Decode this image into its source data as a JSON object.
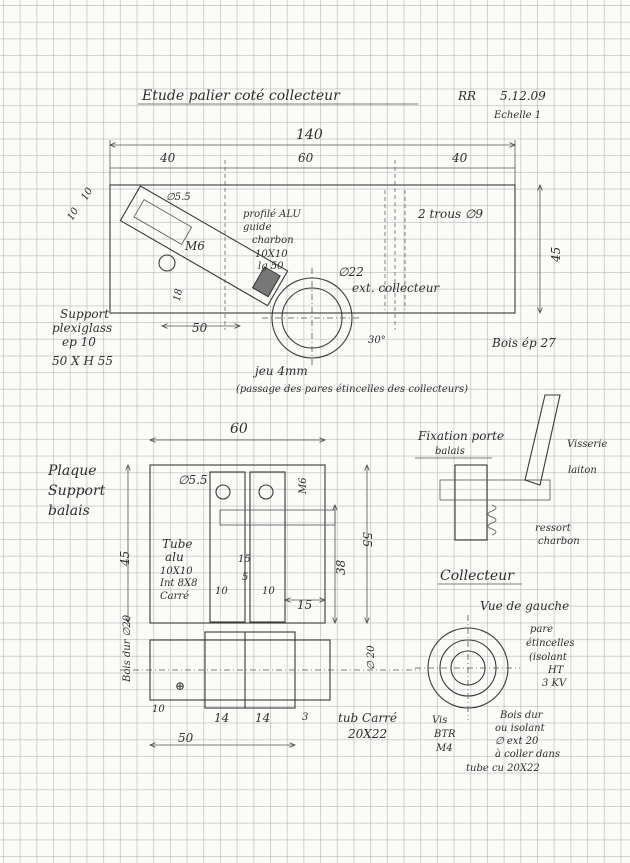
{
  "title": {
    "text": "Etude palier coté collecteur",
    "author": "RR",
    "date": "5.12.09",
    "scale": "Echelle 1"
  },
  "top_view": {
    "dims": {
      "d140": "140",
      "d40_left": "40",
      "d60": "60",
      "d40_right": "40",
      "d45": "45",
      "d10_a": "10",
      "d10_b": "10",
      "d18": "18",
      "d50_top": "50"
    },
    "labels": {
      "holes": "2 trous ∅9",
      "collector_dia": "∅22",
      "collector_ext": "ext. collecteur",
      "angle": "30°",
      "m6": "M6",
      "dia55": "∅5.5",
      "profile_1": "profilé ALU",
      "profile_2": "guide",
      "profile_3": "charbon",
      "profile_4": "10X10",
      "profile_5": "lg 50",
      "support_1": "Support",
      "support_2": "plexiglass",
      "support_3": "ep 10",
      "support_4": "50 X H 55",
      "gap": "jeu 4mm",
      "gap_note": "(passage des pares étincelles des collecteurs)",
      "wood": "Bois ép 27"
    }
  },
  "plate": {
    "title_1": "Plaque",
    "title_2": "Support",
    "title_3": "balais",
    "dims": {
      "d60": "60",
      "d45": "45",
      "d38": "38",
      "d55": "55",
      "d15_inner": "15",
      "d5": "5",
      "d10_left": "10",
      "d10_right": "10",
      "d15_right": "15"
    },
    "labels": {
      "dia55": "∅5.5",
      "m6": "M6",
      "tube_1": "Tube",
      "tube_2": "alu",
      "tube_3": "10X10",
      "tube_4": "Int 8X8",
      "tube_5": "Carré"
    }
  },
  "profile": {
    "screw_symbol": "⊕",
    "labels": {
      "bois_dur": "Bois dur ∅20",
      "dia20": "∅ 20",
      "tube_1": "tub Carré",
      "tube_2": "20X22"
    },
    "dims": {
      "d10": "10",
      "d14_a": "14",
      "d14_b": "14",
      "d3": "3",
      "d50": "50"
    }
  },
  "fixing": {
    "title_1": "Fixation porte",
    "title_2": "balais",
    "labels": {
      "visserie": "Visserie",
      "laiton": "laiton",
      "ressort": "ressort",
      "charbon": "charbon"
    }
  },
  "collector": {
    "title": "Collecteur",
    "labels": {
      "left_view": "Vue de gauche",
      "spark_1": "pare",
      "spark_2": "étincelles",
      "spark_3": "(isolant",
      "spark_4": "HT",
      "spark_5": "3 KV",
      "screw_1": "Vis",
      "screw_2": "BTR",
      "screw_3": "M4",
      "core_1": "Bois dur",
      "core_2": "ou isolant",
      "core_3": "∅ ext 20",
      "core_4": "à coller dans",
      "core_5": "tube cu 20X22"
    }
  }
}
